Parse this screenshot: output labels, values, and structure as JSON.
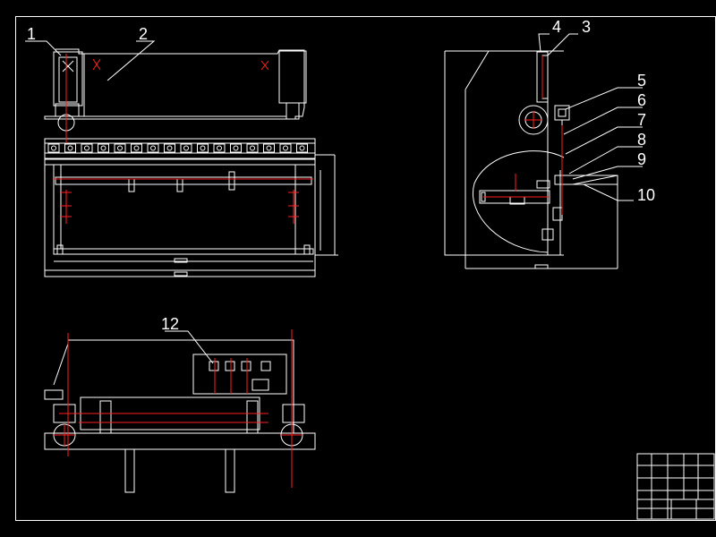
{
  "drawing": {
    "background": "#000000",
    "line_color": "#ffffff",
    "centerline_color": "#ff2020",
    "callouts": [
      {
        "id": "c1",
        "label": "1"
      },
      {
        "id": "c2",
        "label": "2"
      },
      {
        "id": "c3",
        "label": "3"
      },
      {
        "id": "c4",
        "label": "4"
      },
      {
        "id": "c5",
        "label": "5"
      },
      {
        "id": "c6",
        "label": "6"
      },
      {
        "id": "c7",
        "label": "7"
      },
      {
        "id": "c8",
        "label": "8"
      },
      {
        "id": "c9",
        "label": "9"
      },
      {
        "id": "c10",
        "label": "10"
      },
      {
        "id": "c12",
        "label": "12"
      }
    ],
    "views": {
      "front": "front-view",
      "side": "side-view",
      "plan": "plan-view"
    },
    "title_block": "title-block"
  }
}
